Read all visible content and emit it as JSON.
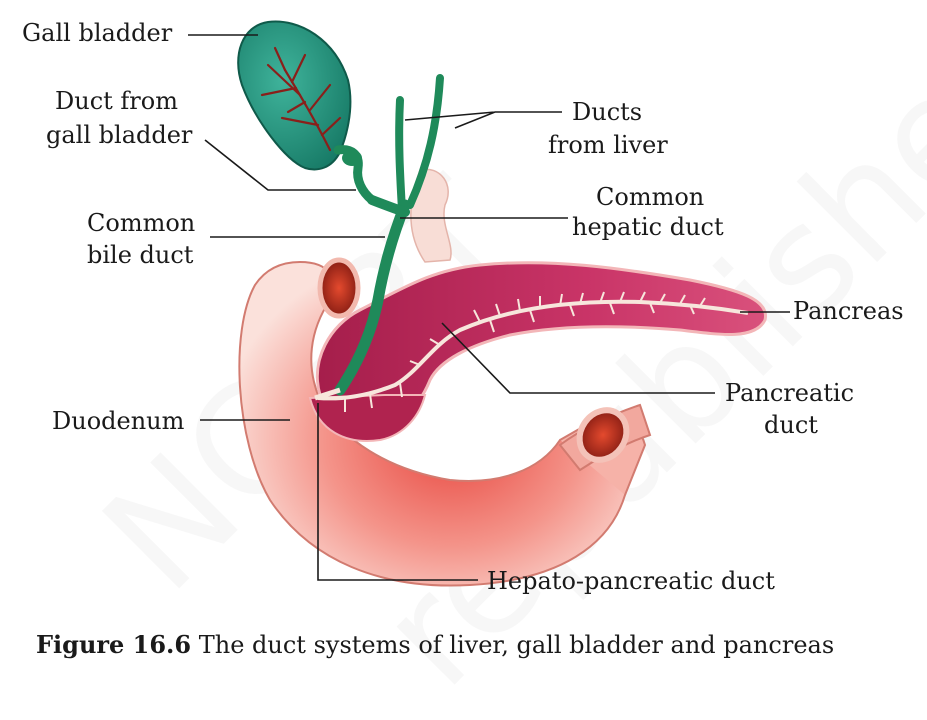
{
  "labels": {
    "gall_bladder": "Gall bladder",
    "duct_from_gall_bladder_1": "Duct from",
    "duct_from_gall_bladder_2": "gall bladder",
    "ducts_from_liver_1": "Ducts",
    "ducts_from_liver_2": "from liver",
    "common_hepatic_duct_1": "Common",
    "common_hepatic_duct_2": "hepatic duct",
    "common_bile_duct_1": "Common",
    "common_bile_duct_2": "bile duct",
    "pancreas": "Pancreas",
    "pancreatic_duct_1": "Pancreatic",
    "pancreatic_duct_2": "duct",
    "duodenum": "Duodenum",
    "hepato_pancreatic_duct": "Hepato-pancreatic duct"
  },
  "caption": {
    "figure_number": "Figure 16.6",
    "text": "The duct systems of liver, gall bladder and pancreas"
  },
  "watermark": {
    "text_1": "NCERT",
    "text_2": "republished"
  },
  "colors": {
    "gall_bladder": "#2e9a86",
    "duct_green": "#1f8a5a",
    "duodenum_light": "#f7c7bf",
    "duodenum_dark": "#e8574f",
    "pancreas": "#c4275d",
    "pancreatic_duct": "#f4e3d8",
    "leader_line": "#1a1a1a"
  }
}
